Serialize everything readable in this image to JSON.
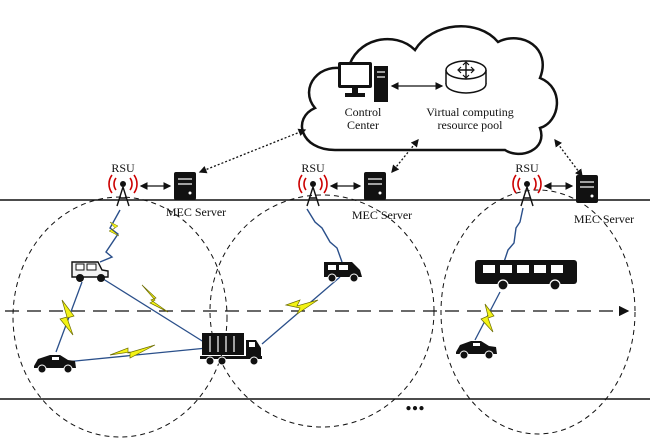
{
  "cloud": {
    "control_center_line1": "Control",
    "control_center_line2": "Center",
    "resource_pool_line1": "Virtual computing",
    "resource_pool_line2": "resource pool"
  },
  "rsus": [
    {
      "label": "RSU",
      "server_label": "MEC Server"
    },
    {
      "label": "RSU",
      "server_label": "MEC Server"
    },
    {
      "label": "RSU",
      "server_label": "MEC Server"
    }
  ],
  "ellipsis": "...",
  "icons": {
    "cloud": "cloud-icon",
    "computer": "desktop-computer-icon",
    "router": "router-icon",
    "rsu": "antenna-tower-icon",
    "server": "server-icon",
    "wireless": "lightning-link-icon",
    "vehicles": [
      "jeep-icon",
      "car-icon",
      "truck-icon",
      "van-icon",
      "bus-icon",
      "car-icon"
    ]
  }
}
